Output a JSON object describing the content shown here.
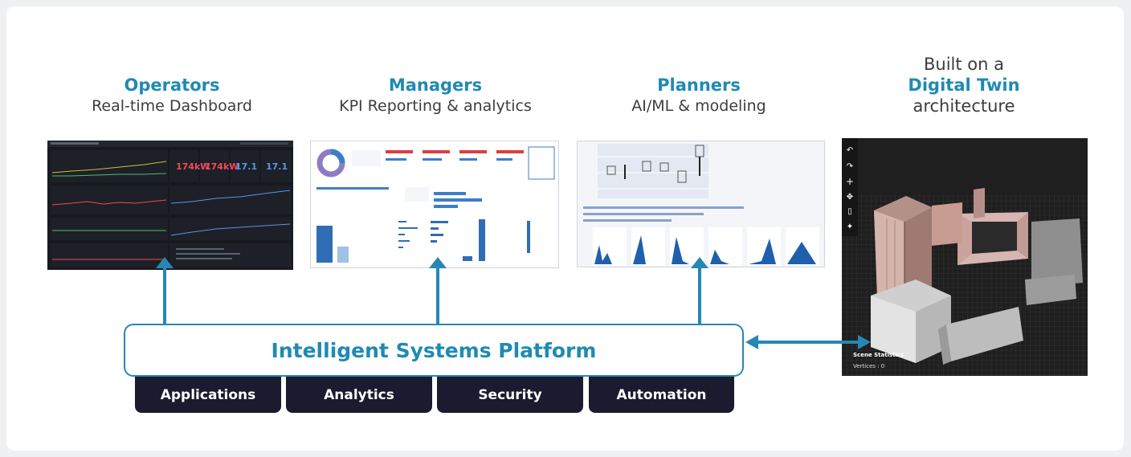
{
  "personas": [
    {
      "role": "Operators",
      "desc": "Real-time Dashboard"
    },
    {
      "role": "Managers",
      "desc": "KPI Reporting & analytics"
    },
    {
      "role": "Planners",
      "desc": "AI/ML & modeling"
    }
  ],
  "twin": {
    "line1": "Built on a",
    "accent": "Digital Twin",
    "line3": "architecture"
  },
  "dashboard": {
    "kpis": [
      "174kW",
      "174kW",
      "17.1",
      "17.1"
    ]
  },
  "viewer": {
    "panel_title": "Scene Statistics",
    "panel_line": "Vertices : 0"
  },
  "platform": {
    "label": "Intelligent Systems Platform"
  },
  "modules": [
    "Applications",
    "Analytics",
    "Security",
    "Automation"
  ],
  "colors": {
    "accent": "#1f8ab3",
    "arrow": "#2687b5",
    "module_bg": "#1b1a2e"
  }
}
